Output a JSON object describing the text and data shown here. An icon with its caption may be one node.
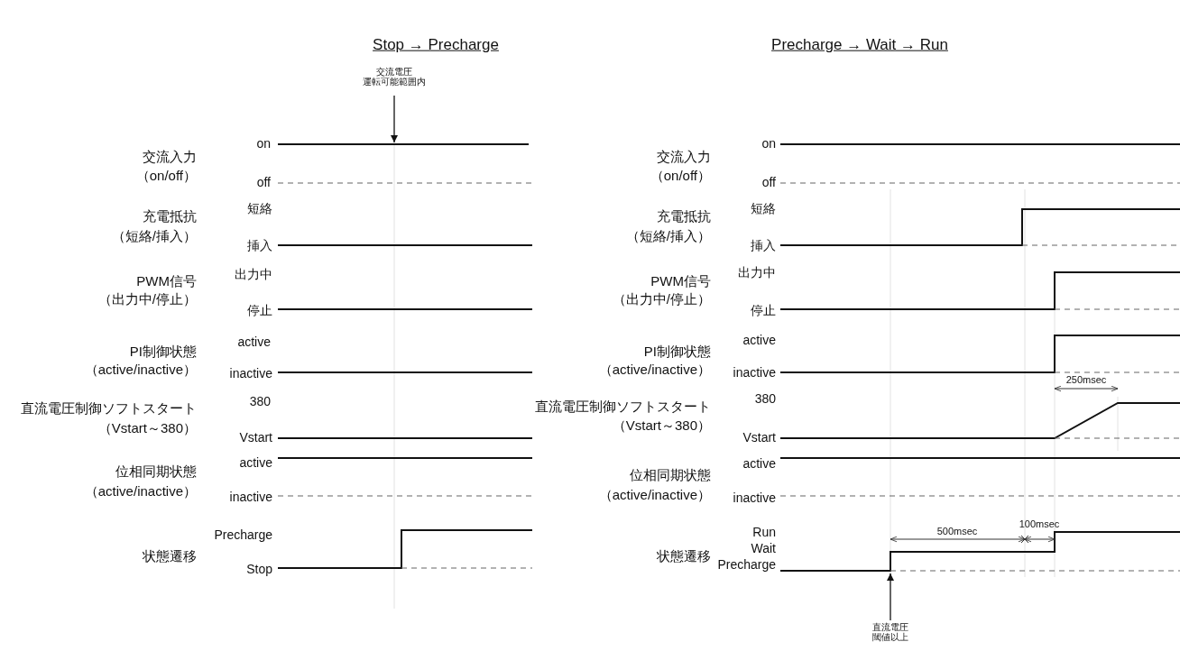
{
  "diagram": {
    "nodes": [
      {
        "text": [
          "交流電圧",
          "運転可能範囲内"
        ]
      },
      {
        "text": [
          "直流電圧",
          "閾値以上"
        ]
      }
    ],
    "edges": [
      {
        "from": 0,
        "to": null,
        "arrow": "to"
      },
      {
        "from": 1,
        "to": null,
        "arrow": "to"
      }
    ],
    "labels": [
      "Stop → Precharge",
      "Precharge → Wait → Run",
      "交流入力",
      "（on/off）",
      "on",
      "off",
      "充電抵抗",
      "（短絡/挿入）",
      "短絡",
      "挿入",
      "PWM信号",
      "（出力中/停止）",
      "出力中",
      "停止",
      "PI制御状態",
      "（active/inactive）",
      "active",
      "inactive",
      "直流電圧制御ソフトスタート",
      "（Vstart～380）",
      "380",
      "Vstart",
      "位相同期状態",
      "（active/inactive）",
      "active",
      "inactive",
      "状態遷移",
      "Precharge",
      "Stop",
      "交流入力",
      "（on/off）",
      "on",
      "off",
      "充電抵抗",
      "（短絡/挿入）",
      "短絡",
      "挿入",
      "PWM信号",
      "（出力中/停止）",
      "出力中",
      "停止",
      "PI制御状態",
      "（active/inactive）",
      "active",
      "inactive",
      "250msec",
      "直流電圧制御ソフトスタート",
      "（Vstart～380）",
      "380",
      "Vstart",
      "位相同期状態",
      "（active/inactive）",
      "active",
      "inactive",
      "500msec",
      "100msec",
      "Run",
      "Wait",
      "状態遷移",
      "Precharge"
    ]
  }
}
